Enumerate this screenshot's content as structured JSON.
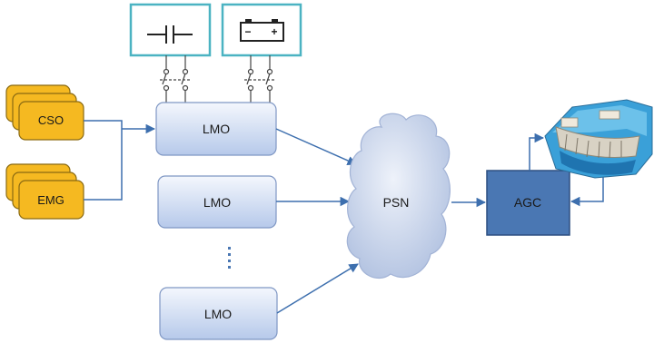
{
  "diagram": {
    "sources": [
      {
        "id": "cso",
        "label": "CSO",
        "color": "#f5b921"
      },
      {
        "id": "emg",
        "label": "EMG",
        "color": "#f5b921"
      }
    ],
    "lmo_nodes": [
      {
        "id": "lmo-1",
        "label": "LMO"
      },
      {
        "id": "lmo-2",
        "label": "LMO"
      },
      {
        "id": "lmo-3",
        "label": "LMO"
      }
    ],
    "storage": {
      "capacitor_icon": "capacitor-icon",
      "battery_icon": "battery-icon",
      "battery_minus": "−",
      "battery_plus": "+"
    },
    "network": {
      "label": "PSN"
    },
    "controller": {
      "label": "AGC",
      "color": "#4a77b3"
    },
    "plant_icon": "hydro-dam-icon",
    "colors": {
      "lmo_fill_top": "#eef3fb",
      "lmo_fill_bottom": "#b9cceb",
      "arrow": "#3d6fae",
      "storage_border": "#4bb3c2",
      "cloud_fill": "#c9d6ec"
    }
  }
}
